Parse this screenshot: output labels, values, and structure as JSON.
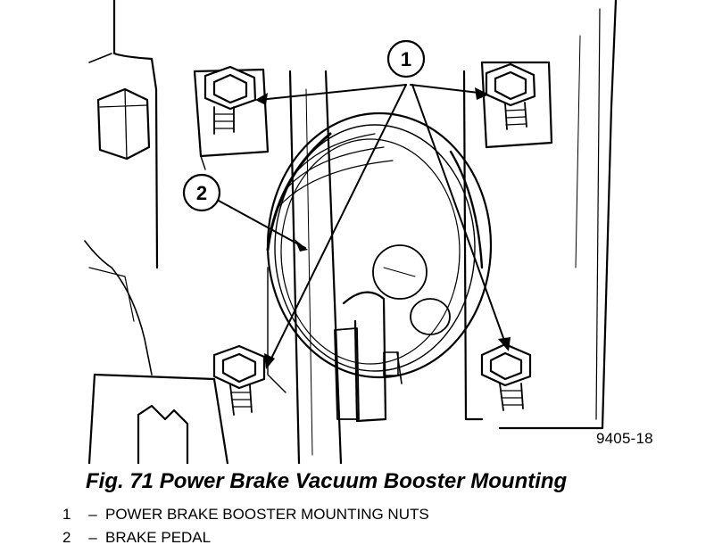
{
  "callouts": [
    {
      "number": "1",
      "label": "POWER BRAKE BOOSTER MOUNTING NUTS"
    },
    {
      "number": "2",
      "label": "BRAKE PEDAL"
    }
  ],
  "figure_id": "9405-18",
  "caption": "Fig. 71 Power Brake Vacuum Booster Mounting",
  "legend_dash": "–"
}
